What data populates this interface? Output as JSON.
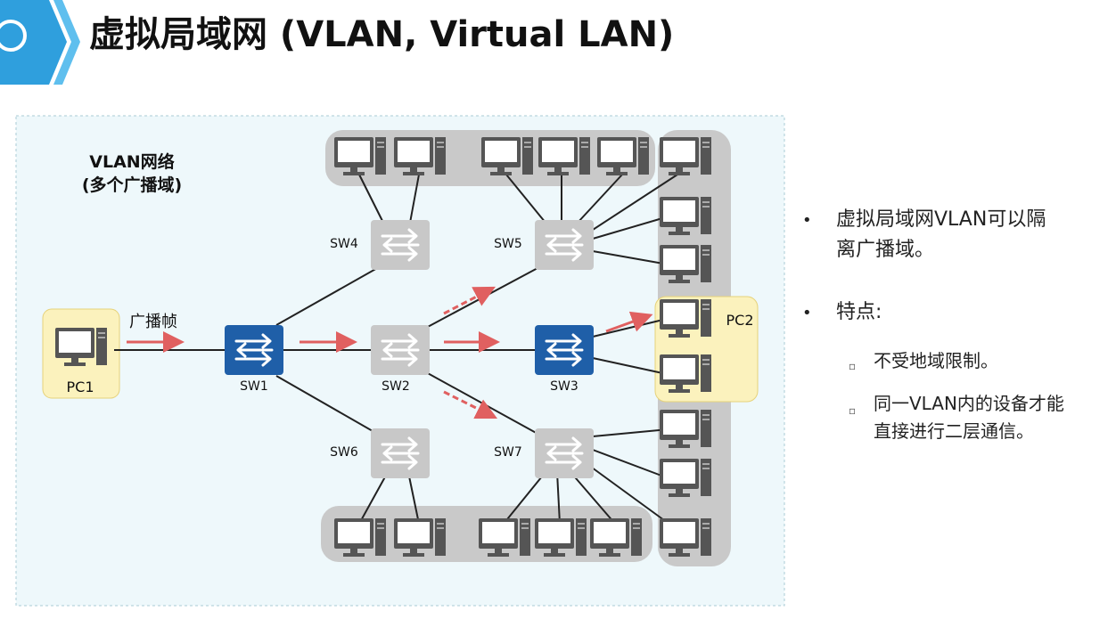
{
  "title": "虚拟局域网 (VLAN, Virtual LAN)",
  "diagram": {
    "network_label_line1": "VLAN网络",
    "network_label_line2": "(多个广播域)",
    "broadcast_frame_label": "广播帧",
    "pc1_label": "PC1",
    "pc2_label": "PC2",
    "switches": {
      "sw1": "SW1",
      "sw2": "SW2",
      "sw3": "SW3",
      "sw4": "SW4",
      "sw5": "SW5",
      "sw6": "SW6",
      "sw7": "SW7"
    },
    "colors": {
      "active_switch": "#1f5fa8",
      "inactive_switch": "#c8c8c8",
      "arrow": "#e06060",
      "group_bg": "#c9c9c9",
      "pc_highlight": "#fbf2bd",
      "panel_bg": "#eef8fb"
    }
  },
  "bullets": {
    "b1_dot": "•",
    "b1_line1": "虚拟局域网VLAN可以隔",
    "b1_line2": "离广播域。",
    "b2_dot": "•",
    "b2_text": "特点:",
    "s1_mark": "▫",
    "s1_text": "不受地域限制。",
    "s2_mark": "▫",
    "s2_line1": "同一VLAN内的设备才能",
    "s2_line2": "直接进行二层通信。"
  }
}
